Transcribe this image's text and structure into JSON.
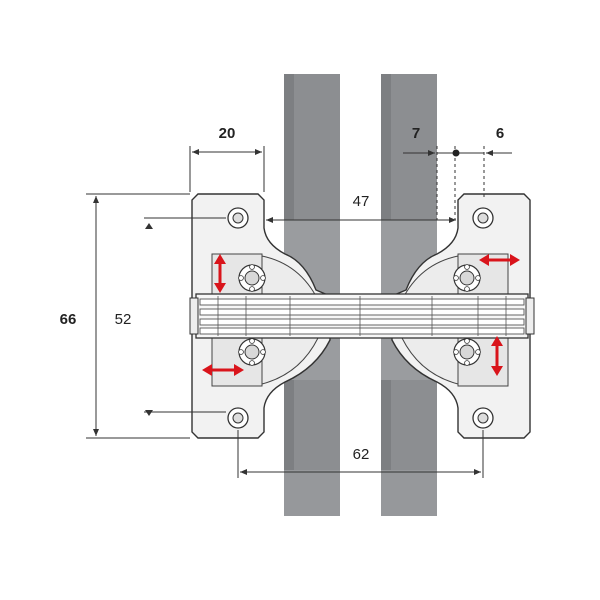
{
  "diagram": {
    "subject": "concealed hinge technical drawing",
    "colors": {
      "door_panel": "#8a8c8f",
      "door_panel_light": "#a3a5a8",
      "plate": "#f2f2f2",
      "outline": "#333333",
      "arrow_red": "#d9141b",
      "dim_line": "#333333"
    },
    "dimensions": {
      "width_20": "20",
      "offset_7": "7",
      "offset_6": "6",
      "span_47": "47",
      "height_66": "66",
      "height_52": "52",
      "span_62": "62"
    },
    "adjustment_arrows": [
      {
        "label": "vertical-adjust-left",
        "direction": "vertical"
      },
      {
        "label": "horizontal-adjust-left",
        "direction": "horizontal"
      },
      {
        "label": "horizontal-adjust-right",
        "direction": "horizontal"
      },
      {
        "label": "vertical-adjust-right",
        "direction": "vertical"
      }
    ]
  }
}
